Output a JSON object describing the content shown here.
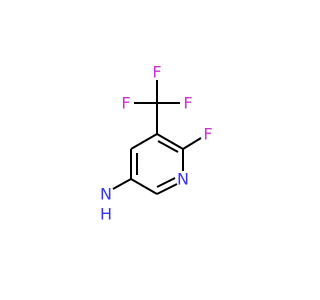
{
  "colors": {
    "background": "#ffffff",
    "bond": "#000000",
    "fluorine": "#cc33cc",
    "nitrogen": "#3333ff"
  },
  "atoms": {
    "f_top": "F",
    "f_left": "F",
    "f_right": "F",
    "f_ring": "F",
    "n_ring": "N",
    "amine_n": "N",
    "amine_h": "H"
  }
}
